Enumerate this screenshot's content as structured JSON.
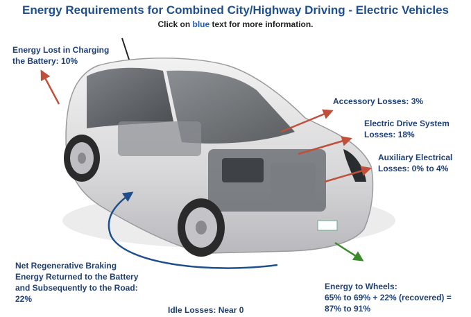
{
  "header": {
    "title": "Energy Requirements for Combined City/Highway Driving - Electric Vehicles",
    "subtitle_before": "Click on ",
    "subtitle_keyword": "blue",
    "subtitle_after": " text for more information."
  },
  "labels": {
    "charging_l1": "Energy Lost in Charging",
    "charging_l2": "the Battery: 10%",
    "accessory": "Accessory Losses: 3%",
    "drive_l1": "Electric Drive System",
    "drive_l2": "Losses: 18%",
    "aux_l1": "Auxiliary Electrical",
    "aux_l2": "Losses: 0% to 4%",
    "regen_l1": "Net Regenerative Braking",
    "regen_l2": "Energy Returned to the Battery",
    "regen_l3": "and Subsequently to the Road:",
    "regen_l4": "22%",
    "idle": "Idle Losses: Near 0",
    "wheels_l1": "Energy to Wheels:",
    "wheels_l2": "65% to 69% + 22% (recovered) =",
    "wheels_l3": "87% to 91%"
  },
  "colors": {
    "title": "#1d4f8f",
    "label": "#1d3f75",
    "keyword": "#1f5fc4",
    "loss_arrow": "#c0503a",
    "wheel_arrow": "#3b8a2c",
    "regen_arrow": "#1e4f8c"
  }
}
